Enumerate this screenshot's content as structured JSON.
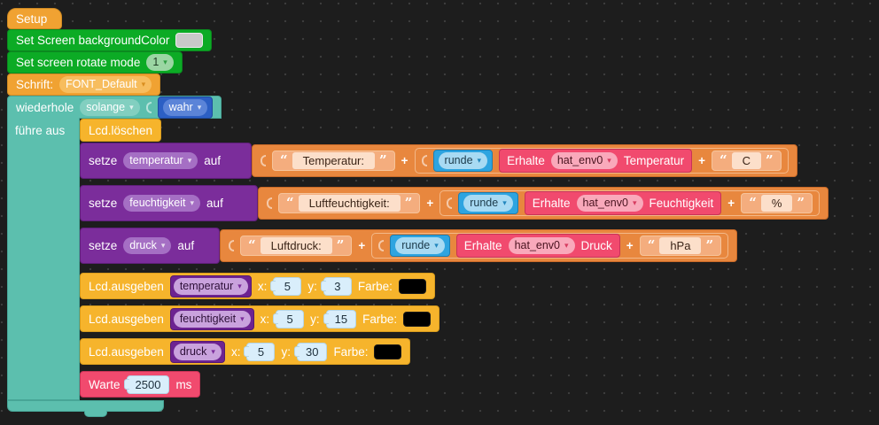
{
  "colors": {
    "bg": "#1d1d1d",
    "grid_dot": "#3c3c3c",
    "amber": "#f0a232",
    "amber_light": "#f7bd5e",
    "yellow": "#f6b42c",
    "green": "#0cab25",
    "green_light": "#9bd6a3",
    "teal": "#5cbfae",
    "teal_light": "#82cfc0",
    "blue_dark": "#2c5fc4",
    "blue_dark_light": "#5b84d8",
    "blue": "#2ea4e0",
    "blue_light": "#a8daf3",
    "purple": "#7b2d9b",
    "purple_light": "#a56fc4",
    "purple_dark": "#6d2391",
    "lavender": "#c9a2dd",
    "pink": "#f14a6e",
    "pink_light": "#f9a9bb",
    "orange": "#e8873e",
    "peach": "#f4ad7e",
    "peach_field": "#fcdfca",
    "num_field": "#d9eefb",
    "swatch_gray": "#c9c9c9",
    "swatch_black": "#000000"
  },
  "icons": {
    "quote_open": "“",
    "quote_close": "”",
    "plus": "+"
  },
  "blocks": {
    "setup": {
      "label": "Setup"
    },
    "set_bg": {
      "label": "Set Screen backgroundColor"
    },
    "set_rotate": {
      "label": "Set screen rotate mode",
      "value": "1"
    },
    "font": {
      "label": "Schrift:",
      "value": "FONT_Default"
    },
    "loop": {
      "label": "wiederhole",
      "mode": "solange",
      "condition": "wahr",
      "body_label": "führe aus"
    },
    "lcd_clear": {
      "label": "Lcd.löschen"
    },
    "setters": [
      {
        "keyword": "setze",
        "variable": "temperatur",
        "to": "auf",
        "text": "Temperatur:",
        "round": "runde",
        "get": "Erhalte",
        "device": "hat_env0",
        "sensor": "Temperatur",
        "unit": "C"
      },
      {
        "keyword": "setze",
        "variable": "feuchtigkeit",
        "to": "auf",
        "text": "Luftfeuchtigkeit:",
        "round": "runde",
        "get": "Erhalte",
        "device": "hat_env0",
        "sensor": "Feuchtigkeit",
        "unit": "%"
      },
      {
        "keyword": "setze",
        "variable": "druck",
        "to": "auf",
        "text": "Luftdruck:",
        "round": "runde",
        "get": "Erhalte",
        "device": "hat_env0",
        "sensor": "Druck",
        "unit": "hPa"
      }
    ],
    "lcd_prints": [
      {
        "label": "Lcd.ausgeben",
        "variable": "temperatur",
        "x_label": "x:",
        "x": "5",
        "y_label": "y:",
        "y": "3",
        "color_label": "Farbe:"
      },
      {
        "label": "Lcd.ausgeben",
        "variable": "feuchtigkeit",
        "x_label": "x:",
        "x": "5",
        "y_label": "y:",
        "y": "15",
        "color_label": "Farbe:"
      },
      {
        "label": "Lcd.ausgeben",
        "variable": "druck",
        "x_label": "x:",
        "x": "5",
        "y_label": "y:",
        "y": "30",
        "color_label": "Farbe:"
      }
    ],
    "wait": {
      "label": "Warte",
      "value": "2500",
      "unit": "ms"
    }
  }
}
